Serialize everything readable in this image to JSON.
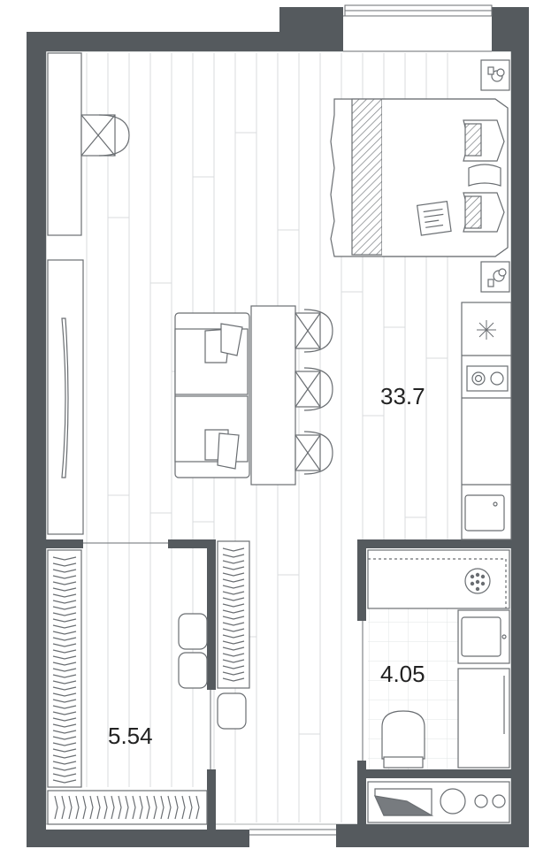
{
  "plan": {
    "rooms": [
      {
        "id": "living",
        "area": "33.7"
      },
      {
        "id": "bathroom",
        "area": "4.05"
      },
      {
        "id": "wardrobe",
        "area": "5.54"
      }
    ]
  },
  "colors": {
    "wall": "#555a5e",
    "line": "#6a6e72",
    "floor_line": "#d7d9db",
    "tile": "#e2e4e6",
    "hatch": "#777b7f"
  },
  "icons": [
    "bed-icon",
    "sofa-icon",
    "dining-table-icon",
    "chair-icon",
    "desk-icon",
    "tv-icon",
    "cooktop-icon",
    "sink-icon",
    "shower-icon",
    "toilet-icon",
    "washing-machine-icon",
    "nightstand-icon",
    "window-icon",
    "door-icon"
  ]
}
